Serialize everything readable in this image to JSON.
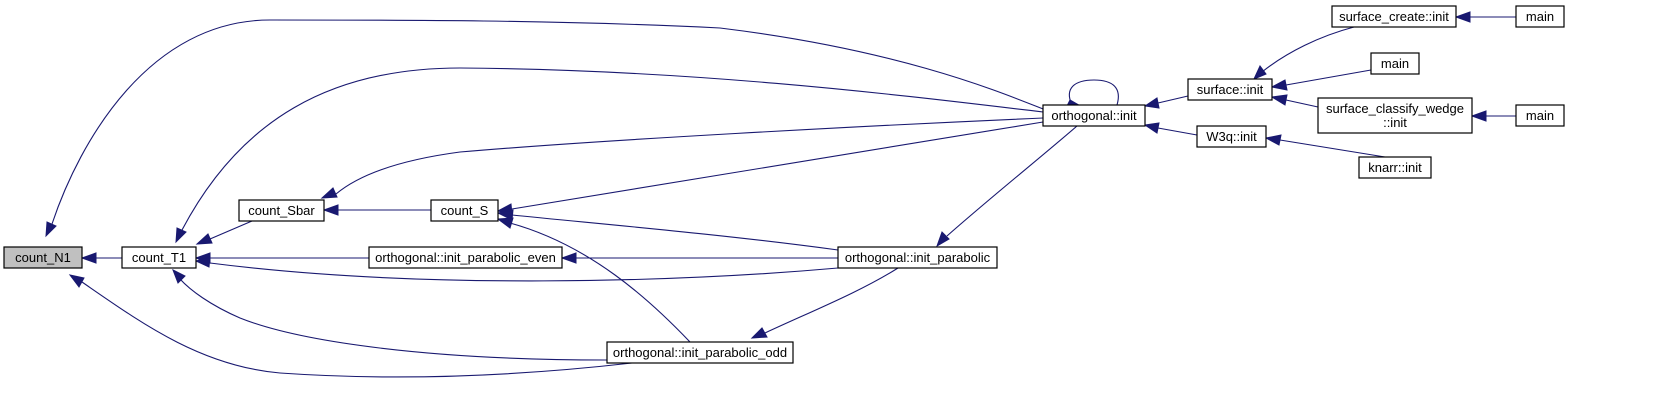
{
  "graph": {
    "nodes": [
      {
        "id": "count_N1",
        "label": "count_N1",
        "highlighted": true
      },
      {
        "id": "count_T1",
        "label": "count_T1"
      },
      {
        "id": "count_Sbar",
        "label": "count_Sbar"
      },
      {
        "id": "count_S",
        "label": "count_S"
      },
      {
        "id": "init_parabolic_even",
        "label": "orthogonal::init_parabolic_even"
      },
      {
        "id": "init_parabolic_odd",
        "label": "orthogonal::init_parabolic_odd"
      },
      {
        "id": "init_parabolic",
        "label": "orthogonal::init_parabolic"
      },
      {
        "id": "orth_init",
        "label": "orthogonal::init"
      },
      {
        "id": "surface_init",
        "label": "surface::init"
      },
      {
        "id": "w3q_init",
        "label": "W3q::init"
      },
      {
        "id": "surface_create_init",
        "label": "surface_create::init"
      },
      {
        "id": "main1",
        "label": "main"
      },
      {
        "id": "main2",
        "label": "main"
      },
      {
        "id": "surface_classify_wedge_init",
        "label": "surface_classify_wedge\n::init"
      },
      {
        "id": "main3",
        "label": "main"
      },
      {
        "id": "knarr_init",
        "label": "knarr::init"
      }
    ],
    "edges": [
      {
        "from": "count_T1",
        "to": "count_N1"
      },
      {
        "from": "orth_init",
        "to": "count_N1"
      },
      {
        "from": "init_parabolic_odd",
        "to": "count_N1"
      },
      {
        "from": "count_Sbar",
        "to": "count_T1"
      },
      {
        "from": "orth_init",
        "to": "count_T1"
      },
      {
        "from": "init_parabolic_even",
        "to": "count_T1"
      },
      {
        "from": "init_parabolic",
        "to": "count_T1"
      },
      {
        "from": "init_parabolic_odd",
        "to": "count_T1"
      },
      {
        "from": "count_S",
        "to": "count_Sbar"
      },
      {
        "from": "orth_init",
        "to": "count_Sbar"
      },
      {
        "from": "orth_init",
        "to": "count_S"
      },
      {
        "from": "init_parabolic",
        "to": "count_S"
      },
      {
        "from": "init_parabolic_odd",
        "to": "count_S"
      },
      {
        "from": "init_parabolic",
        "to": "init_parabolic_even"
      },
      {
        "from": "init_parabolic",
        "to": "init_parabolic_odd"
      },
      {
        "from": "orth_init",
        "to": "orth_init"
      },
      {
        "from": "orth_init",
        "to": "init_parabolic"
      },
      {
        "from": "surface_init",
        "to": "orth_init"
      },
      {
        "from": "w3q_init",
        "to": "orth_init"
      },
      {
        "from": "surface_create_init",
        "to": "surface_init"
      },
      {
        "from": "main2",
        "to": "surface_init"
      },
      {
        "from": "surface_classify_wedge_init",
        "to": "surface_init"
      },
      {
        "from": "main1",
        "to": "surface_create_init"
      },
      {
        "from": "main3",
        "to": "surface_classify_wedge_init"
      },
      {
        "from": "knarr_init",
        "to": "w3q_init"
      }
    ]
  }
}
